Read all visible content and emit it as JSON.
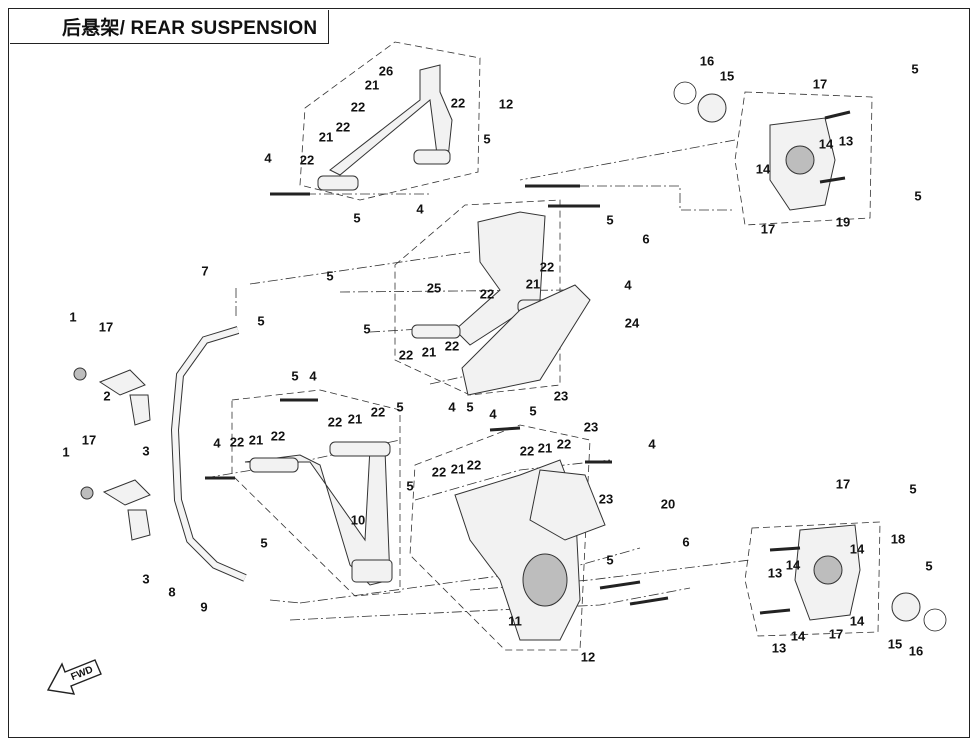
{
  "title": "后悬架/ REAR SUSPENSION",
  "fwd_label": "FWD",
  "callouts": [
    {
      "id": "c26",
      "label": "26"
    },
    {
      "id": "c21a",
      "label": "21"
    },
    {
      "id": "c22a",
      "label": "22"
    },
    {
      "id": "c22b",
      "label": "22"
    },
    {
      "id": "c21b",
      "label": "21"
    },
    {
      "id": "c22c",
      "label": "22"
    },
    {
      "id": "c22d",
      "label": "22"
    },
    {
      "id": "c5a",
      "label": "5"
    },
    {
      "id": "c4a",
      "label": "4"
    },
    {
      "id": "c5b",
      "label": "5"
    },
    {
      "id": "c4b",
      "label": "4"
    },
    {
      "id": "c12a",
      "label": "12"
    },
    {
      "id": "c16a",
      "label": "16"
    },
    {
      "id": "c15a",
      "label": "15"
    },
    {
      "id": "c17a",
      "label": "17"
    },
    {
      "id": "c5c",
      "label": "5"
    },
    {
      "id": "c14a",
      "label": "14"
    },
    {
      "id": "c13a",
      "label": "13"
    },
    {
      "id": "c14b",
      "label": "14"
    },
    {
      "id": "c5d",
      "label": "5"
    },
    {
      "id": "c17b",
      "label": "17"
    },
    {
      "id": "c19",
      "label": "19"
    },
    {
      "id": "c5e",
      "label": "5"
    },
    {
      "id": "c6a",
      "label": "6"
    },
    {
      "id": "c7",
      "label": "7"
    },
    {
      "id": "c5f",
      "label": "5"
    },
    {
      "id": "c22e",
      "label": "22"
    },
    {
      "id": "c21c",
      "label": "21"
    },
    {
      "id": "c25",
      "label": "25"
    },
    {
      "id": "c22f",
      "label": "22"
    },
    {
      "id": "c4c",
      "label": "4"
    },
    {
      "id": "c5g",
      "label": "5"
    },
    {
      "id": "c24",
      "label": "24"
    },
    {
      "id": "c1a",
      "label": "1"
    },
    {
      "id": "c17c",
      "label": "17"
    },
    {
      "id": "c5h",
      "label": "5"
    },
    {
      "id": "c22g",
      "label": "22"
    },
    {
      "id": "c21d",
      "label": "21"
    },
    {
      "id": "c22h",
      "label": "22"
    },
    {
      "id": "c23a",
      "label": "23"
    },
    {
      "id": "c4d",
      "label": "4"
    },
    {
      "id": "c5i",
      "label": "5"
    },
    {
      "id": "c2",
      "label": "2"
    },
    {
      "id": "c3a",
      "label": "3"
    },
    {
      "id": "c5j",
      "label": "5"
    },
    {
      "id": "c4e",
      "label": "4"
    },
    {
      "id": "c22i",
      "label": "22"
    },
    {
      "id": "c21e",
      "label": "21"
    },
    {
      "id": "c22j",
      "label": "22"
    },
    {
      "id": "c4f",
      "label": "4"
    },
    {
      "id": "c22k",
      "label": "22"
    },
    {
      "id": "c21f",
      "label": "21"
    },
    {
      "id": "c22l",
      "label": "22"
    },
    {
      "id": "c5k",
      "label": "5"
    },
    {
      "id": "c4g",
      "label": "4"
    },
    {
      "id": "c5l",
      "label": "5"
    },
    {
      "id": "c23b",
      "label": "23"
    },
    {
      "id": "c4h",
      "label": "4"
    },
    {
      "id": "c1b",
      "label": "1"
    },
    {
      "id": "c17d",
      "label": "17"
    },
    {
      "id": "c22m",
      "label": "22"
    },
    {
      "id": "c21g",
      "label": "21"
    },
    {
      "id": "c22n",
      "label": "22"
    },
    {
      "id": "c22o",
      "label": "22"
    },
    {
      "id": "c21h",
      "label": "21"
    },
    {
      "id": "c22p",
      "label": "22"
    },
    {
      "id": "c5m",
      "label": "5"
    },
    {
      "id": "c23c",
      "label": "23"
    },
    {
      "id": "c20",
      "label": "20"
    },
    {
      "id": "c17e",
      "label": "17"
    },
    {
      "id": "c5n",
      "label": "5"
    },
    {
      "id": "c3b",
      "label": "3"
    },
    {
      "id": "c10",
      "label": "10"
    },
    {
      "id": "c6b",
      "label": "6"
    },
    {
      "id": "c18",
      "label": "18"
    },
    {
      "id": "c5o",
      "label": "5"
    },
    {
      "id": "c8",
      "label": "8"
    },
    {
      "id": "c5p",
      "label": "5"
    },
    {
      "id": "c9",
      "label": "9"
    },
    {
      "id": "c13b",
      "label": "13"
    },
    {
      "id": "c14c",
      "label": "14"
    },
    {
      "id": "c14d",
      "label": "14"
    },
    {
      "id": "c5q",
      "label": "5"
    },
    {
      "id": "c11",
      "label": "11"
    },
    {
      "id": "c12b",
      "label": "12"
    },
    {
      "id": "c13c",
      "label": "13"
    },
    {
      "id": "c14e",
      "label": "14"
    },
    {
      "id": "c17f",
      "label": "17"
    },
    {
      "id": "c14f",
      "label": "14"
    },
    {
      "id": "c15b",
      "label": "15"
    },
    {
      "id": "c16b",
      "label": "16"
    }
  ]
}
